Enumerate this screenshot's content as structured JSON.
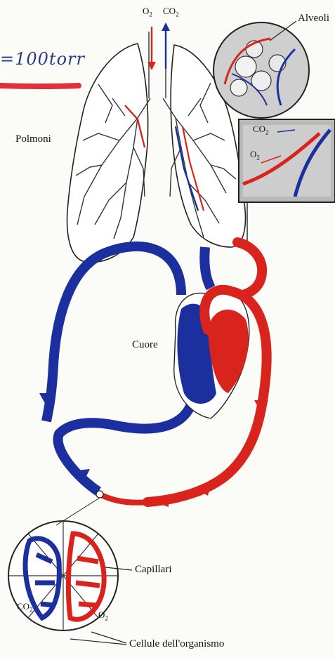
{
  "handwriting": {
    "text": "=100torr"
  },
  "labels": {
    "polmoni": "Polmoni",
    "alveoli": "Alveoli",
    "cuore": "Cuore",
    "capillari": "Capillari",
    "cellule": "Cellule dell'organismo"
  },
  "gases": {
    "o2_symbol": "O",
    "o2_sub": "2",
    "co2_symbol": "CO",
    "co2_sub": "2"
  },
  "colors": {
    "oxygenated": "#d8241c",
    "deoxygenated": "#1b2f9e",
    "annotation_red": "#e0303a",
    "ink": "#222222"
  }
}
